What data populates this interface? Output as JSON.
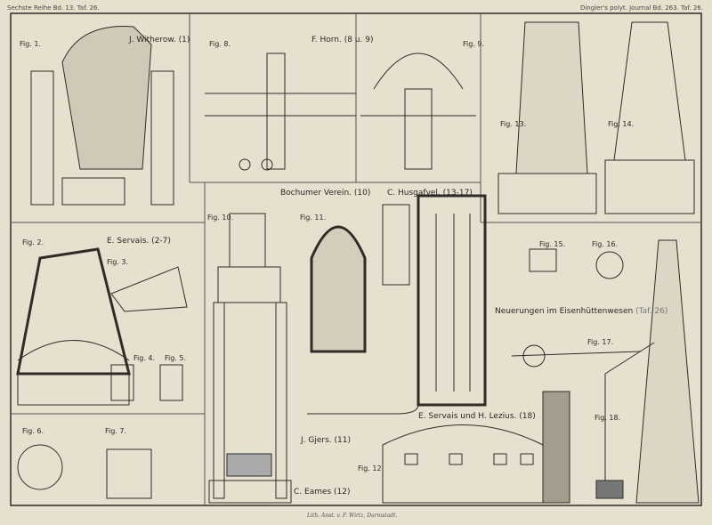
{
  "header": {
    "left": "Sechste Reihe Bd. 13. Taf. 26.",
    "right": "Dingler's polyt. Journal Bd. 263. Taf. 26."
  },
  "plate_title": {
    "main": "Neuerungen im Eisenhüttenwesen",
    "ref": "(Taf. 26)"
  },
  "authors": [
    "J. Witherow. (1)",
    "F. Horn. (8 u. 9)",
    "Bochumer Verein. (10)",
    "C. Husgafvel. (13-17)",
    "E. Servais. (2-7)",
    "E. Servais und H. Lezius. (18)",
    "J. Gjers. (11)",
    "C. Eames (12)"
  ],
  "figures": [
    "Fig. 1.",
    "Fig. 8.",
    "Fig. 9.",
    "Fig. 13.",
    "Fig. 14.",
    "Fig. 10.",
    "Fig. 11.",
    "Fig. 2.",
    "Fig. 3.",
    "Fig. 15.",
    "Fig. 16.",
    "Fig. 4.",
    "Fig. 5.",
    "Fig. 17.",
    "Fig. 18.",
    "Fig. 6.",
    "Fig. 7.",
    "Fig. 12."
  ],
  "footer": "Lith. Anst. v. F. Wirtz, Darmstadt."
}
